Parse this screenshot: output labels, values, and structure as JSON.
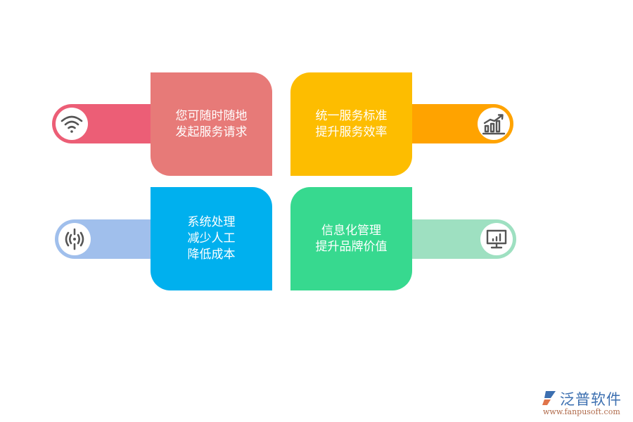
{
  "colors": {
    "card_1": "#e77a78",
    "bar_1": "#ec5e76",
    "card_2": "#fdbd00",
    "bar_2": "#ffa300",
    "card_3": "#00b0ee",
    "bar_3": "#a0bfec",
    "card_4": "#37d98f",
    "bar_4": "#9ee0c1",
    "icon_stroke": "#555555"
  },
  "items": [
    {
      "text": "您可随时随地\n发起服务请求",
      "icon": "wifi-icon"
    },
    {
      "text": "统一服务标准\n提升服务效率",
      "icon": "growth-chart-icon"
    },
    {
      "text": "系统处理\n减少人工\n降低成本",
      "icon": "broadcast-signal-icon"
    },
    {
      "text": "信息化管理\n提升品牌价值",
      "icon": "monitor-chart-icon"
    }
  ],
  "logo": {
    "name": "泛普软件",
    "url": "www.fanpusoft.com"
  }
}
